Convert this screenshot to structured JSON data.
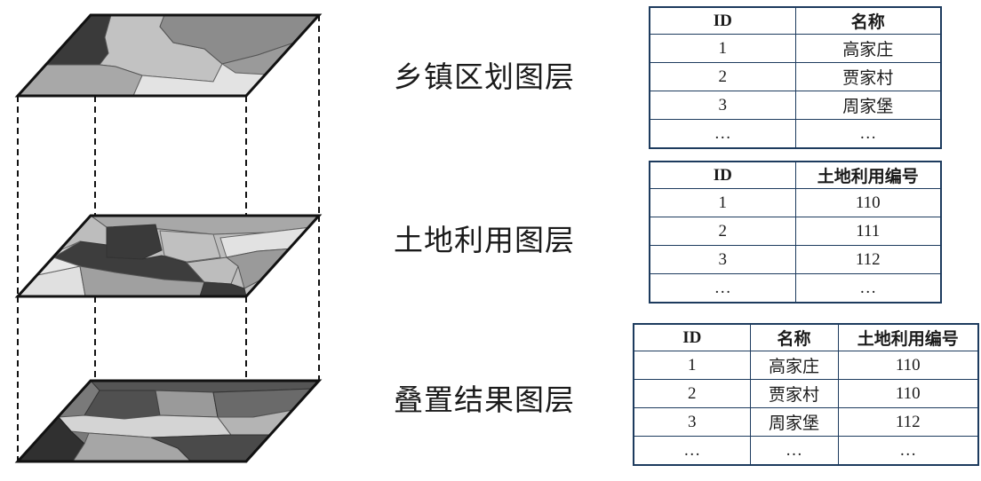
{
  "labels": {
    "township": "乡镇区划图层",
    "landuse": "土地利用图层",
    "overlay": "叠置结果图层"
  },
  "tables": {
    "township": {
      "headers": [
        "ID",
        "名称"
      ],
      "rows": [
        [
          "1",
          "高家庄"
        ],
        [
          "2",
          "贾家村"
        ],
        [
          "3",
          "周家堡"
        ],
        [
          "…",
          "…"
        ]
      ]
    },
    "landuse": {
      "headers": [
        "ID",
        "土地利用编号"
      ],
      "rows": [
        [
          "1",
          "110"
        ],
        [
          "2",
          "111"
        ],
        [
          "3",
          "112"
        ],
        [
          "…",
          "…"
        ]
      ]
    },
    "overlay": {
      "headers": [
        "ID",
        "名称",
        "土地利用编号"
      ],
      "rows": [
        [
          "1",
          "高家庄",
          "110"
        ],
        [
          "2",
          "贾家村",
          "110"
        ],
        [
          "3",
          "周家堡",
          "112"
        ],
        [
          "…",
          "…",
          "…"
        ]
      ]
    }
  },
  "colors": {
    "table_border": "#1d3b5e",
    "outline": "#111111",
    "dark": "#3a3a3a",
    "mid": "#8c8c8c",
    "light": "#bdbdbd",
    "pale": "#e2e2e2"
  }
}
